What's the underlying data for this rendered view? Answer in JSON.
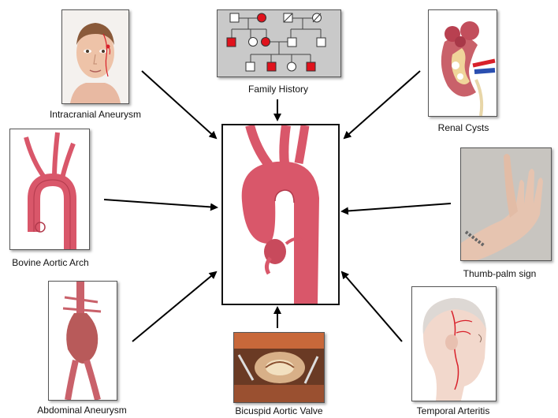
{
  "labels": {
    "intracranial": "Intracranial Aneurysm",
    "family": "Family History",
    "renal": "Renal Cysts",
    "bovine": "Bovine Aortic Arch",
    "thumb": "Thumb-palm sign",
    "abdominal": "Abdominal Aneurysm",
    "bicuspid": "Bicuspid Aortic Valve",
    "temporal": "Temporal Arteritis"
  },
  "colors": {
    "vessel": "#d9576a",
    "vessel_dark": "#b23a4c",
    "affected": "#e0121c",
    "arrow": "#000000"
  }
}
